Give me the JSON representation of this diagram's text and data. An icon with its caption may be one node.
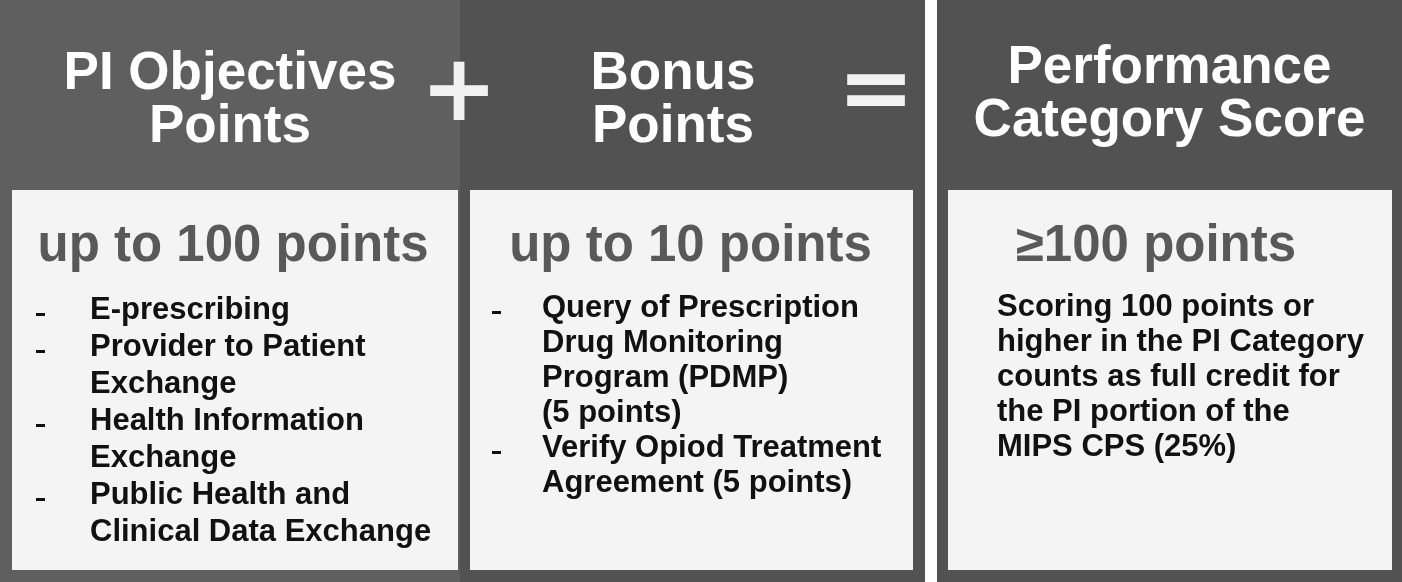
{
  "diagram": {
    "nodes": [
      {
        "text": [
          "PI Objectives Points"
        ]
      },
      {
        "text": [
          "up to 100 points",
          "E-prescribing",
          "Provider to Patient Exchange",
          "Health Information Exchange",
          "Public Health and Clinical Data Exchange"
        ],
        "in": 0
      },
      {
        "text": [
          "Bonus Points"
        ]
      },
      {
        "text": [
          "up to 10 points",
          "Query of Prescription Drug Monitoring Program (PDMP) (5 points)",
          "Verify Opiod Treatment Agreement (5 points)"
        ],
        "in": 2
      },
      {
        "text": [
          "Performance Category Score"
        ]
      },
      {
        "text": [
          "≥100 points",
          "Scoring 100 points or higher in the PI Category counts as full credit for the PI portion of the MIPS CPS (25%)"
        ],
        "in": 4
      }
    ],
    "labels": [
      "+",
      "="
    ]
  }
}
